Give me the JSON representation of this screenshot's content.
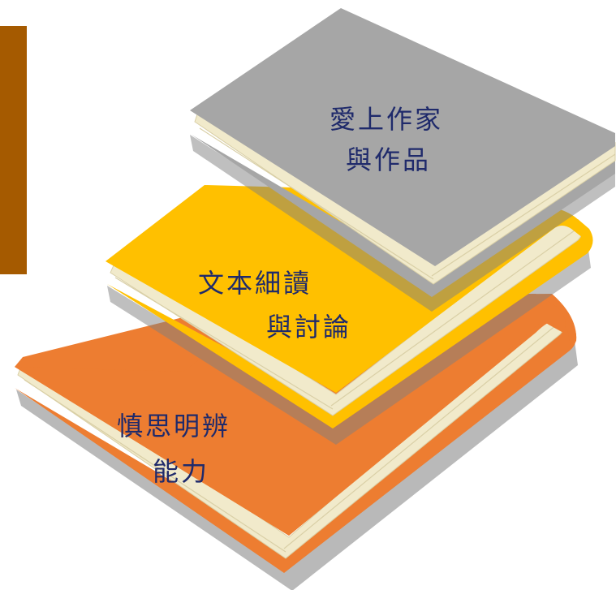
{
  "colors": {
    "side_bar": "#A55A00",
    "text": "#1F2A6B",
    "pages": "#F1EACB",
    "shadow": "#7F7F7F"
  },
  "books": [
    {
      "id": "book-top",
      "line1": "愛上作家",
      "line2": "與作品",
      "cover": "#A6A6A6",
      "cover_edge": "#8C8C8C"
    },
    {
      "id": "book-middle",
      "line1": "文本細讀",
      "line2": "與討論",
      "cover": "#FFC000",
      "cover_edge": "#E5AC00"
    },
    {
      "id": "book-bottom",
      "line1": "慎思明辨",
      "line2": "能力",
      "cover": "#ED7D31",
      "cover_edge": "#D96A22"
    }
  ]
}
